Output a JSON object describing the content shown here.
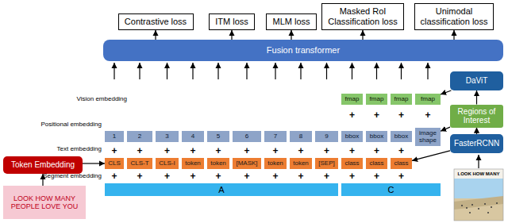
{
  "diagram": {
    "nodes": [
      {
        "text": [
          "Contrastive loss"
        ]
      },
      {
        "text": [
          "ITM loss"
        ]
      },
      {
        "text": [
          "MLM loss"
        ]
      },
      {
        "text": [
          "Masked RoI Classification loss"
        ]
      },
      {
        "text": [
          "Unimodal classification loss"
        ]
      },
      {
        "text": [
          "Fusion transformer"
        ]
      },
      {
        "text": [
          "fmap"
        ]
      },
      {
        "text": [
          "fmap"
        ]
      },
      {
        "text": [
          "fmap"
        ]
      },
      {
        "text": [
          "fmap"
        ]
      },
      {
        "text": [
          "DaViT"
        ]
      },
      {
        "text": [
          "1"
        ]
      },
      {
        "text": [
          "2"
        ]
      },
      {
        "text": [
          "3"
        ]
      },
      {
        "text": [
          "4"
        ]
      },
      {
        "text": [
          "5"
        ]
      },
      {
        "text": [
          "6"
        ]
      },
      {
        "text": [
          "7"
        ]
      },
      {
        "text": [
          "8"
        ]
      },
      {
        "text": [
          "9"
        ]
      },
      {
        "text": [
          "bbox"
        ]
      },
      {
        "text": [
          "bbox"
        ]
      },
      {
        "text": [
          "bbox"
        ]
      },
      {
        "text": [
          "image shape"
        ]
      },
      {
        "text": [
          "Regions of Interest"
        ]
      },
      {
        "text": [
          "Token Embedding"
        ]
      },
      {
        "text": [
          "CLS"
        ]
      },
      {
        "text": [
          "CLS-T"
        ]
      },
      {
        "text": [
          "CLS-I"
        ]
      },
      {
        "text": [
          "token"
        ]
      },
      {
        "text": [
          "token"
        ]
      },
      {
        "text": [
          "[MASK]"
        ]
      },
      {
        "text": [
          "token"
        ]
      },
      {
        "text": [
          "token"
        ]
      },
      {
        "text": [
          "[SEP]"
        ]
      },
      {
        "text": [
          "class"
        ]
      },
      {
        "text": [
          "class"
        ]
      },
      {
        "text": [
          "class"
        ]
      },
      {
        "text": [
          "FasterRCNN"
        ]
      },
      {
        "text": [
          "A"
        ]
      },
      {
        "text": [
          "C"
        ]
      },
      {
        "text": [
          "LOOK HOW MANY PEOPLE LOVE YOU"
        ]
      }
    ],
    "edges": [
      {
        "from": 5,
        "to": 0,
        "arrow": "to"
      },
      {
        "from": 5,
        "to": 1,
        "arrow": "to"
      },
      {
        "from": 5,
        "to": 2,
        "arrow": "to"
      },
      {
        "from": 5,
        "to": 3,
        "arrow": "to"
      },
      {
        "from": 5,
        "to": 4,
        "arrow": "to"
      },
      {
        "from": 41,
        "to": 25,
        "arrow": "to"
      },
      {
        "from": 25,
        "to": 26,
        "arrow": "to"
      },
      {
        "from": 38,
        "to": 24,
        "arrow": "to"
      },
      {
        "from": 24,
        "to": 10,
        "arrow": "to"
      },
      {
        "from": 10,
        "to": 9,
        "arrow": "to"
      },
      {
        "from": 24,
        "to": 23,
        "arrow": "to"
      },
      {
        "from": 38,
        "to": 37,
        "arrow": "to"
      }
    ],
    "labels": [
      "Vision embedding",
      "+",
      "+",
      "+",
      "+",
      "Positional embedding",
      "+",
      "+",
      "+",
      "+",
      "+",
      "+",
      "+",
      "+",
      "+",
      "+",
      "+",
      "+",
      "Text embedding",
      "+",
      "+",
      "+",
      "+",
      "+",
      "+",
      "+",
      "+",
      "+",
      "+",
      "+",
      "+",
      "Segment embedding",
      "LOOK HOW MANY"
    ]
  }
}
